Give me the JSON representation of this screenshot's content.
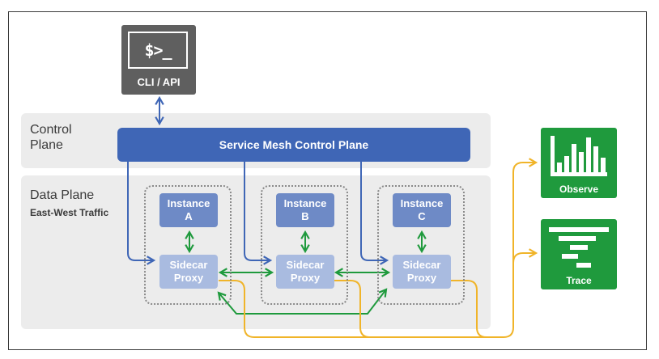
{
  "cli": {
    "prompt": "$>_",
    "label": "CLI / API"
  },
  "control_plane": {
    "label": "Control\nPlane",
    "bar_label": "Service Mesh Control Plane"
  },
  "data_plane": {
    "label": "Data Plane",
    "sublabel": "East-West Traffic"
  },
  "services": [
    {
      "instance_label": "Instance\nA",
      "proxy_label": "Sidecar\nProxy"
    },
    {
      "instance_label": "Instance\nB",
      "proxy_label": "Sidecar\nProxy"
    },
    {
      "instance_label": "Instance\nC",
      "proxy_label": "Sidecar\nProxy"
    }
  ],
  "tools": [
    {
      "label": "Observe",
      "icon": "bar-chart-icon"
    },
    {
      "label": "Trace",
      "icon": "trace-waterfall-icon"
    }
  ],
  "colors": {
    "control_blue": "#3f66b6",
    "instance_blue": "#6e8ac6",
    "proxy_blue": "#a9bbe0",
    "east_west_green": "#1f9a3d",
    "telemetry_orange": "#f0b429",
    "cli_gray": "#5f5f5f"
  }
}
